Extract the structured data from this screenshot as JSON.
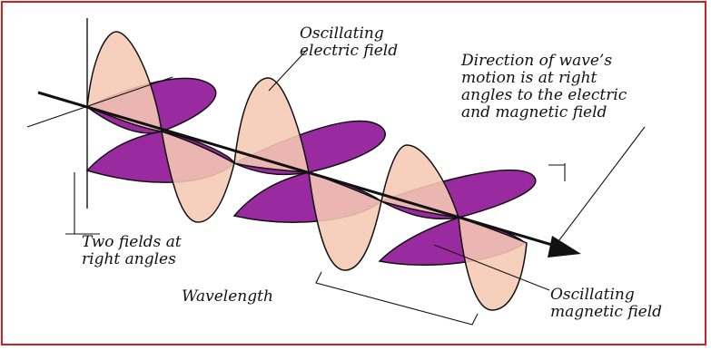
{
  "labels": {
    "electric_field": [
      "Oscillating",
      "electric field"
    ],
    "direction": [
      "Direction of wave’s",
      "motion is at right",
      "angles to the electric",
      "and magnetic field"
    ],
    "two_fields": [
      "Two fields at",
      "right angles"
    ],
    "wavelength": "Wavelength",
    "magnetic_field": [
      "Oscillating",
      "magnetic field"
    ]
  },
  "colors": {
    "frame": "#d21f1f",
    "electric_fill": "#f6c8b4",
    "magnetic_fill": "#9a2aa0",
    "overlap_fill": "#c2478a",
    "line": "#111111"
  }
}
